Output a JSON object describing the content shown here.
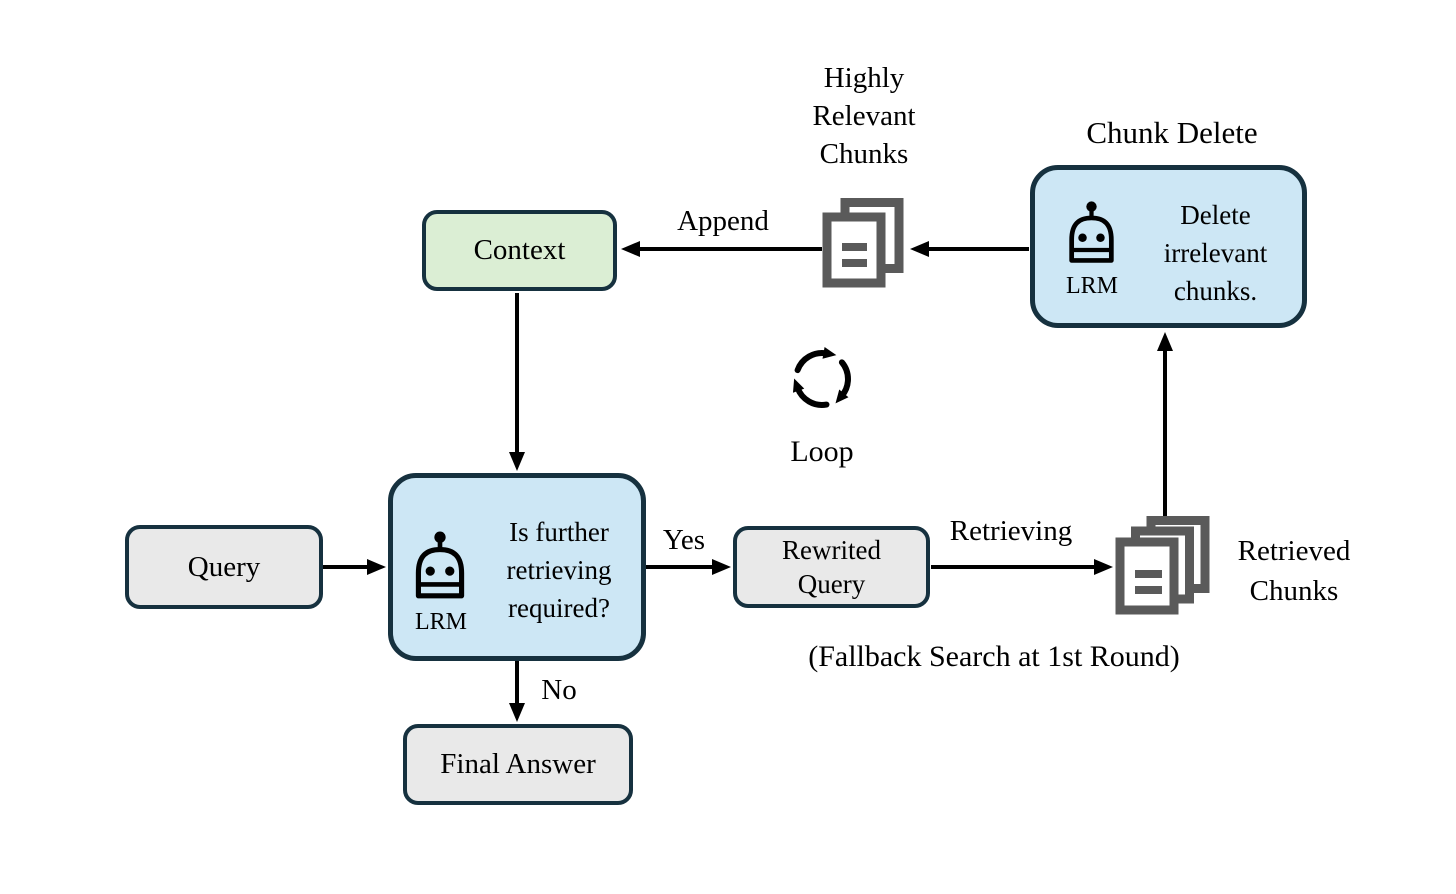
{
  "colors": {
    "canvas_bg": "#ffffff",
    "box_border": "#16313f",
    "blue_fill": "#cde7f5",
    "green_fill": "#dbeed4",
    "gray_fill": "#e9e9e9",
    "doc_icon_gray": "#5a5a5a",
    "arrow_black": "#000000"
  },
  "nodes": {
    "query": {
      "label": "Query"
    },
    "decision": {
      "question": "Is further retrieving required?",
      "agent": "LRM"
    },
    "rewrited_query": {
      "label": "Rewrited Query"
    },
    "final_answer": {
      "label": "Final Answer"
    },
    "context": {
      "label": "Context"
    },
    "chunk_delete": {
      "title": "Chunk Delete",
      "description": "Delete irrelevant chunks.",
      "agent": "LRM"
    }
  },
  "edges": {
    "yes": "Yes",
    "no": "No",
    "append": "Append",
    "retrieving": "Retrieving",
    "fallback_note": "(Fallback Search at 1st Round)"
  },
  "artifacts": {
    "highly_relevant_chunks": "Highly Relevant Chunks",
    "retrieved_chunks": "Retrieved Chunks",
    "loop": "Loop"
  },
  "icons": {
    "robot": "robot-lrm-icon",
    "documents": "document-stack-icon",
    "loop": "loop-cycle-icon"
  }
}
